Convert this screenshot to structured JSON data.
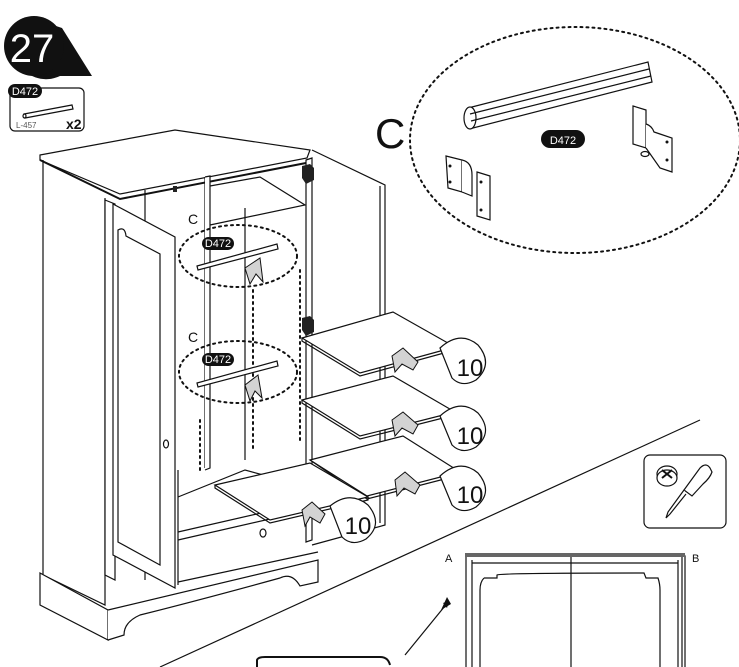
{
  "step": {
    "number": "27"
  },
  "part_box": {
    "part_code": "D472",
    "length_label": "L-457",
    "quantity": "x2"
  },
  "detail": {
    "letter": "C",
    "part_code": "D472"
  },
  "rod_callouts": [
    {
      "letter": "C",
      "part_code": "D472"
    },
    {
      "letter": "C",
      "part_code": "D472"
    }
  ],
  "shelf_callouts": [
    {
      "quantity": "10"
    },
    {
      "quantity": "10"
    },
    {
      "quantity": "10"
    },
    {
      "quantity": "10"
    }
  ],
  "tool": {
    "icon": "phillips-screwdriver-icon"
  },
  "inset": {
    "label_a": "A",
    "label_b": "B"
  }
}
